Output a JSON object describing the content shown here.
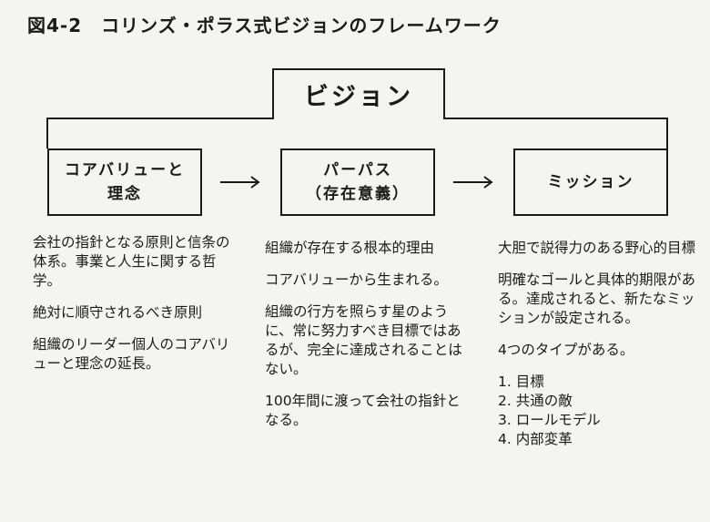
{
  "title": "図4-2　コリンズ・ポラス式ビジョンのフレームワーク",
  "vision_label": "ビジョン",
  "boxes": {
    "values": {
      "line1": "コアバリューと",
      "line2": "理念"
    },
    "purpose": {
      "line1": "パーパス",
      "line2": "（存在意義）"
    },
    "mission": {
      "line1": "ミッション"
    }
  },
  "columns": {
    "values": {
      "paragraphs": [
        "会社の指針となる原則と信条の体系。事業と人生に関する哲学。",
        "絶対に順守されるべき原則",
        "組織のリーダー個人のコアバリューと理念の延長。"
      ]
    },
    "purpose": {
      "paragraphs": [
        "組織が存在する根本的理由",
        "コアバリューから生まれる。",
        "組織の行方を照らす星のように、常に努力すべき目標ではあるが、完全に達成されることはない。",
        "100年間に渡って会社の指針となる。"
      ]
    },
    "mission": {
      "paragraphs": [
        "大胆で説得力のある野心的目標",
        "明確なゴールと具体的期限がある。達成されると、新たなミッションが設定される。",
        "4つのタイプがある。"
      ],
      "types": [
        "1. 目標",
        "2. 共通の敵",
        "3. ロールモデル",
        "4. 内部変革"
      ]
    }
  }
}
